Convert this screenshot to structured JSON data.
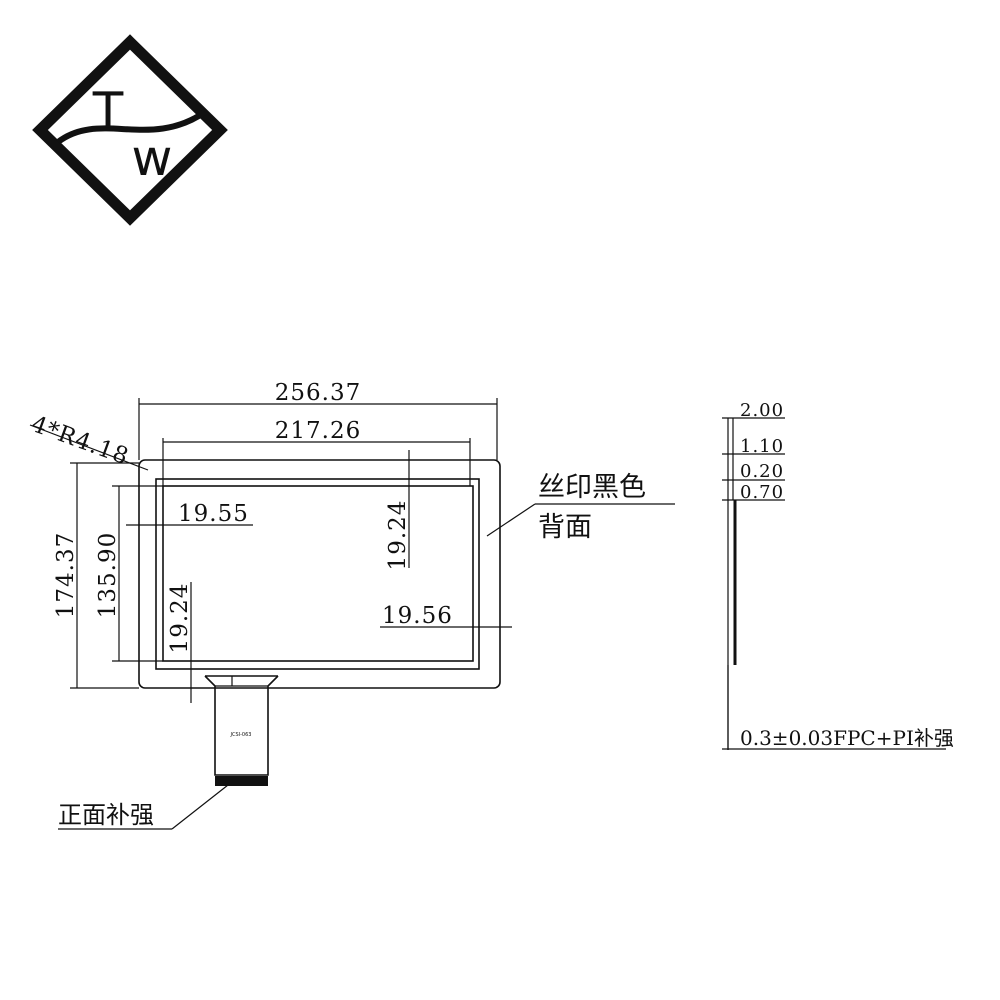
{
  "logo": {
    "letter_top": "T",
    "letter_bottom": "w"
  },
  "dimensions": {
    "outer_width": "256.37",
    "view_width": "217.26",
    "corner_radius": "4*R4.18",
    "outer_height": "174.37",
    "view_height": "135.90",
    "left_margin": "19.55",
    "top_margin": "19.24",
    "bottom_margin": "19.24",
    "right_margin": "19.56"
  },
  "notes": {
    "silkscreen_line1": "丝印黑色",
    "silkscreen_line2": "背面",
    "front_stiffener": "正面补强",
    "fpc_label": "0.3±0.03FPC+PI补强"
  },
  "thickness_stack": [
    "2.00",
    "1.10",
    "0.20",
    "0.70"
  ]
}
